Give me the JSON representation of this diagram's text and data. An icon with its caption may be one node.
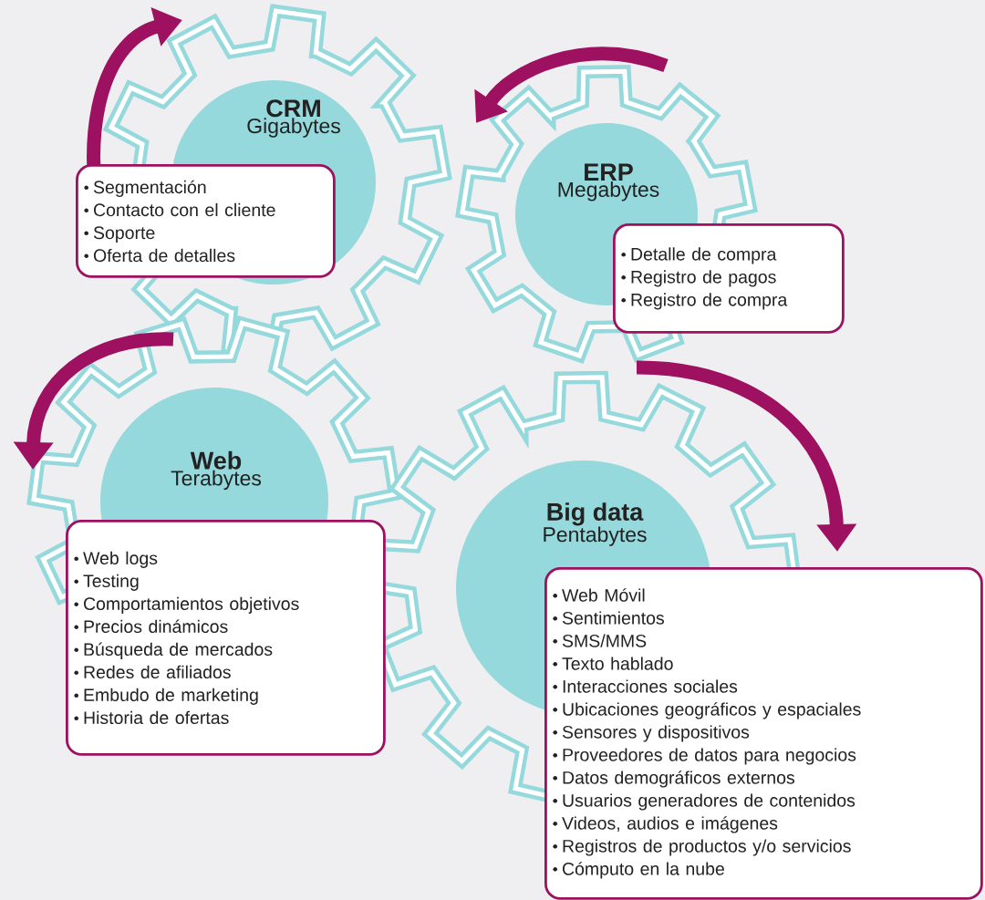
{
  "diagram": {
    "nodes": [
      {
        "text": [
          "CRM",
          "Gigabytes"
        ]
      },
      {
        "text": [
          "Segmentación",
          "Contacto con el cliente",
          "Soporte",
          "Oferta de detalles"
        ]
      },
      {
        "text": [
          "ERP",
          "Megabytes"
        ]
      },
      {
        "text": [
          "Detalle de compra",
          "Registro de pagos",
          "Registro de compra"
        ]
      },
      {
        "text": [
          "Web",
          "Terabytes"
        ]
      },
      {
        "text": [
          "Web logs",
          "Testing",
          "Comportamientos objetivos",
          "Precios dinámicos",
          "Búsqueda de mercados",
          "Redes de afiliados",
          "Embudo de marketing",
          "Historia de ofertas"
        ]
      },
      {
        "text": [
          "Big data",
          "Pentabytes"
        ]
      },
      {
        "text": [
          "Web Móvil",
          "Sentimientos",
          "SMS/MMS",
          "Texto hablado",
          "Interacciones sociales",
          "Ubicaciones geográficos y espaciales",
          "Sensores y dispositivos",
          "Proveedores de datos para negocios",
          "Datos demográficos externos",
          "Usuarios generadores de contenidos",
          "Videos, audios e imágenes",
          "Registros de productos y/o servicios",
          "Cómputo en la nube"
        ]
      }
    ]
  }
}
